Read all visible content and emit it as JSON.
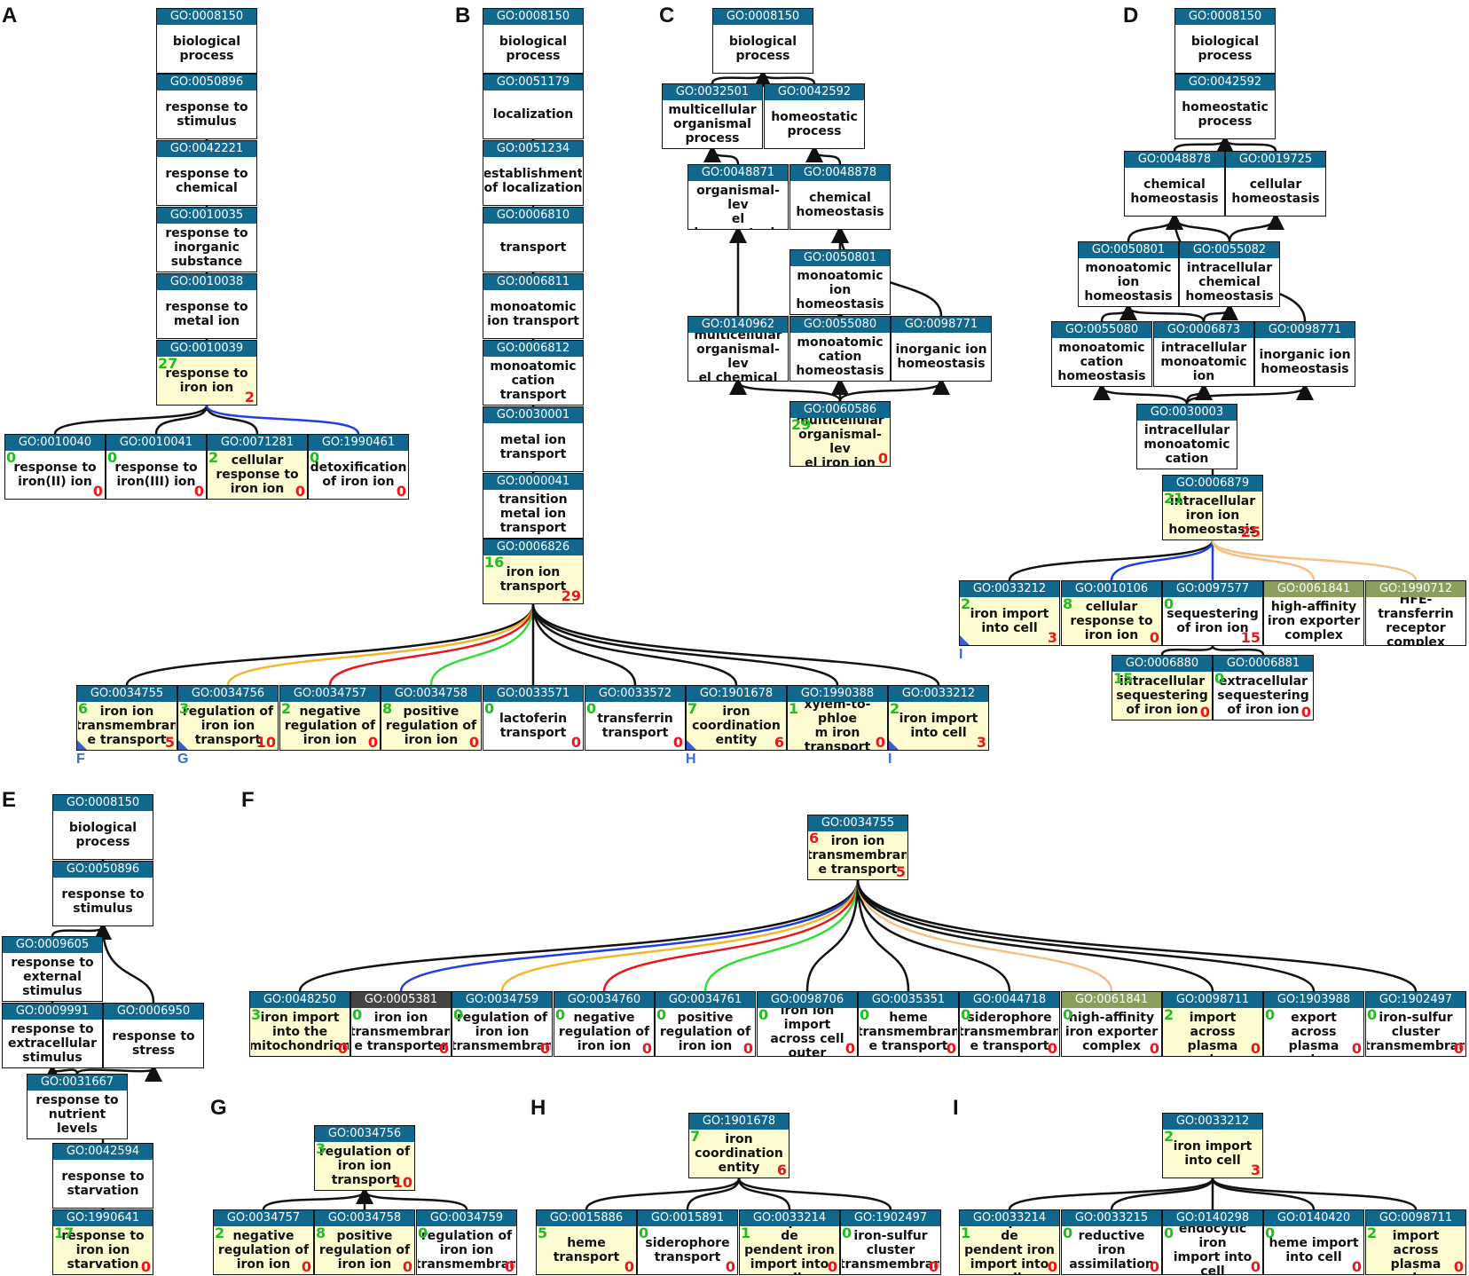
{
  "panels": [
    {
      "label": "A",
      "nodes": [
        {
          "id": "a1",
          "go": "GO:0008150",
          "name": "biological process"
        },
        {
          "id": "a2",
          "go": "GO:0050896",
          "name": "response to stimulus"
        },
        {
          "id": "a3",
          "go": "GO:0042221",
          "name": "response to chemical"
        },
        {
          "id": "a4",
          "go": "GO:0010035",
          "name": "response to inorganic substance"
        },
        {
          "id": "a5",
          "go": "GO:0010038",
          "name": "response to metal ion"
        },
        {
          "id": "a6",
          "go": "GO:0010039",
          "name": "response to iron ion",
          "green": "27",
          "red": "2",
          "hl": true
        },
        {
          "id": "a7",
          "go": "GO:0010040",
          "name": "response to iron(II) ion",
          "green": "0",
          "red": "0"
        },
        {
          "id": "a8",
          "go": "GO:0010041",
          "name": "response to iron(III) ion",
          "green": "0",
          "red": "0"
        },
        {
          "id": "a9",
          "go": "GO:0071281",
          "name": "cellular response to iron ion",
          "green": "2",
          "red": "0",
          "hl": true
        },
        {
          "id": "a10",
          "go": "GO:1990461",
          "name": "detoxification of iron ion",
          "green": "0",
          "red": "0"
        }
      ]
    },
    {
      "label": "B",
      "nodes": [
        {
          "id": "b1",
          "go": "GO:0008150",
          "name": "biological process"
        },
        {
          "id": "b2",
          "go": "GO:0051179",
          "name": "localization"
        },
        {
          "id": "b3",
          "go": "GO:0051234",
          "name": "establishment of localization"
        },
        {
          "id": "b4",
          "go": "GO:0006810",
          "name": "transport"
        },
        {
          "id": "b5",
          "go": "GO:0006811",
          "name": "monoatomic ion transport"
        },
        {
          "id": "b6",
          "go": "GO:0006812",
          "name": "monoatomic cation transport"
        },
        {
          "id": "b7",
          "go": "GO:0030001",
          "name": "metal ion transport"
        },
        {
          "id": "b8",
          "go": "GO:0000041",
          "name": "transition metal ion transport"
        },
        {
          "id": "b9",
          "go": "GO:0006826",
          "name": "iron ion transport",
          "green": "16",
          "red": "29",
          "hl": true
        },
        {
          "id": "b10",
          "go": "GO:0034755",
          "name": "iron ion transmembrane transport",
          "green": "6",
          "red": "5",
          "hl": true,
          "ref": "F"
        },
        {
          "id": "b11",
          "go": "GO:0034756",
          "name": "regulation of iron ion transport",
          "green": "3",
          "red": "10",
          "hl": true,
          "ref": "G"
        },
        {
          "id": "b12",
          "go": "GO:0034757",
          "name": "negative regulation of iron ion",
          "green": "2",
          "red": "0",
          "hl": true
        },
        {
          "id": "b13",
          "go": "GO:0034758",
          "name": "positive regulation of iron ion",
          "green": "8",
          "red": "0",
          "hl": true
        },
        {
          "id": "b14",
          "go": "GO:0033571",
          "name": "lactoferrin transport",
          "green": "0",
          "red": "0"
        },
        {
          "id": "b15",
          "go": "GO:0033572",
          "name": "transferrin transport",
          "green": "0",
          "red": "0"
        },
        {
          "id": "b16",
          "go": "GO:1901678",
          "name": "iron coordination entity",
          "green": "7",
          "red": "6",
          "hl": true,
          "ref": "H"
        },
        {
          "id": "b17",
          "go": "GO:1990388",
          "name": "xylem-to-phloem iron transport",
          "green": "1",
          "red": "0",
          "hl": true
        },
        {
          "id": "b18",
          "go": "GO:0033212",
          "name": "iron import into cell",
          "green": "2",
          "red": "3",
          "hl": true,
          "ref": "I"
        }
      ]
    },
    {
      "label": "C",
      "nodes": [
        {
          "id": "c1",
          "go": "GO:0008150",
          "name": "biological process"
        },
        {
          "id": "c2",
          "go": "GO:0032501",
          "name": "multicellular organismal process"
        },
        {
          "id": "c3",
          "go": "GO:0042592",
          "name": "homeostatic process"
        },
        {
          "id": "c4",
          "go": "GO:0048871",
          "name": "multicellular organismal-level homeostasis"
        },
        {
          "id": "c5",
          "go": "GO:0048878",
          "name": "chemical homeostasis"
        },
        {
          "id": "c6",
          "go": "GO:0050801",
          "name": "monoatomic ion homeostasis"
        },
        {
          "id": "c7",
          "go": "GO:0140962",
          "name": "multicellular organismal-level chemical"
        },
        {
          "id": "c8",
          "go": "GO:0055080",
          "name": "monoatomic cation homeostasis"
        },
        {
          "id": "c9",
          "go": "GO:0098771",
          "name": "inorganic ion homeostasis"
        },
        {
          "id": "c10",
          "go": "GO:0060586",
          "name": "multicellular organismal-level iron ion",
          "green": "29",
          "red": "0",
          "hl": true
        }
      ]
    },
    {
      "label": "D",
      "nodes": [
        {
          "id": "d1",
          "go": "GO:0008150",
          "name": "biological process"
        },
        {
          "id": "d2",
          "go": "GO:0042592",
          "name": "homeostatic process"
        },
        {
          "id": "d3",
          "go": "GO:0048878",
          "name": "chemical homeostasis"
        },
        {
          "id": "d4",
          "go": "GO:0019725",
          "name": "cellular homeostasis"
        },
        {
          "id": "d5",
          "go": "GO:0050801",
          "name": "monoatomic ion homeostasis"
        },
        {
          "id": "d6",
          "go": "GO:0055082",
          "name": "intracellular chemical homeostasis"
        },
        {
          "id": "d7",
          "go": "GO:0055080",
          "name": "monoatomic cation homeostasis"
        },
        {
          "id": "d8",
          "go": "GO:0006873",
          "name": "intracellular monoatomic ion"
        },
        {
          "id": "d9",
          "go": "GO:0098771",
          "name": "inorganic ion homeostasis"
        },
        {
          "id": "d10",
          "go": "GO:0030003",
          "name": "intracellular monoatomic cation"
        },
        {
          "id": "d11",
          "go": "GO:0006879",
          "name": "intracellular iron ion homeostasis",
          "green": "21",
          "red": "25",
          "hl": true
        },
        {
          "id": "d12",
          "go": "GO:0033212",
          "name": "iron import into cell",
          "green": "2",
          "red": "3",
          "hl": true,
          "ref": "I"
        },
        {
          "id": "d13",
          "go": "GO:0010106",
          "name": "cellular response to iron ion",
          "green": "8",
          "red": "0",
          "hl": true
        },
        {
          "id": "d14",
          "go": "GO:0097577",
          "name": "sequestering of iron ion",
          "green": "0",
          "red": "15"
        },
        {
          "id": "d15",
          "go": "GO:0061841",
          "name": "high-affinity iron exporter complex",
          "hdr": "olive"
        },
        {
          "id": "d16",
          "go": "GO:1990712",
          "name": "HFE-transferrin receptor complex",
          "hdr": "olive"
        },
        {
          "id": "d17",
          "go": "GO:0006880",
          "name": "intracellular sequestering of iron ion",
          "green": "15",
          "red": "0",
          "hl": true
        },
        {
          "id": "d18",
          "go": "GO:0006881",
          "name": "extracellular sequestering of iron ion",
          "green": "0",
          "red": "0"
        }
      ]
    },
    {
      "label": "E",
      "nodes": [
        {
          "id": "e1",
          "go": "GO:0008150",
          "name": "biological process"
        },
        {
          "id": "e2",
          "go": "GO:0050896",
          "name": "response to stimulus"
        },
        {
          "id": "e3",
          "go": "GO:0009605",
          "name": "response to external stimulus"
        },
        {
          "id": "e4",
          "go": "GO:0009991",
          "name": "response to extracellular stimulus"
        },
        {
          "id": "e5",
          "go": "GO:0006950",
          "name": "response to stress"
        },
        {
          "id": "e6",
          "go": "GO:0031667",
          "name": "response to nutrient levels"
        },
        {
          "id": "e7",
          "go": "GO:0042594",
          "name": "response to starvation"
        },
        {
          "id": "e8",
          "go": "GO:1990641",
          "name": "response to iron ion starvation",
          "green": "17",
          "red": "0",
          "hl": true
        }
      ]
    },
    {
      "label": "F",
      "nodes": [
        {
          "id": "f0",
          "go": "GO:0034755",
          "name": "iron ion transmembrane transport",
          "green": "6",
          "red": "5",
          "hl": true,
          "greenred": true
        },
        {
          "id": "f1",
          "go": "GO:0048250",
          "name": "iron import into the mitochondrion",
          "green": "3",
          "red": "0",
          "hl": true
        },
        {
          "id": "f2",
          "go": "GO:0005381",
          "name": "iron ion transmembrane transporter",
          "green": "0",
          "red": "0",
          "hdr": "gray"
        },
        {
          "id": "f3",
          "go": "GO:0034759",
          "name": "regulation of iron ion transmembrane",
          "green": "0",
          "red": "0"
        },
        {
          "id": "f4",
          "go": "GO:0034760",
          "name": "negative regulation of iron ion",
          "green": "0",
          "red": "0"
        },
        {
          "id": "f5",
          "go": "GO:0034761",
          "name": "positive regulation of iron ion",
          "green": "0",
          "red": "0"
        },
        {
          "id": "f6",
          "go": "GO:0098706",
          "name": "iron ion import across cell outer",
          "green": "0",
          "red": "0"
        },
        {
          "id": "f7",
          "go": "GO:0035351",
          "name": "heme transmembrane transport",
          "green": "0",
          "red": "0"
        },
        {
          "id": "f8",
          "go": "GO:0044718",
          "name": "siderophore transmembrane transport",
          "green": "0",
          "red": "0"
        },
        {
          "id": "f9",
          "go": "GO:0061841",
          "name": "high-affinity iron exporter complex",
          "green": "0",
          "red": "0",
          "hdr": "olive"
        },
        {
          "id": "f10",
          "go": "GO:0098711",
          "name": "iron ion import across plasma membrane",
          "green": "2",
          "red": "0",
          "hl": true
        },
        {
          "id": "f11",
          "go": "GO:1903988",
          "name": "iron ion export across plasma membrane",
          "green": "0",
          "red": "0"
        },
        {
          "id": "f12",
          "go": "GO:1902497",
          "name": "iron-sulfur cluster transmembrane",
          "green": "0",
          "red": "0"
        }
      ]
    },
    {
      "label": "G",
      "nodes": [
        {
          "id": "g0",
          "go": "GO:0034756",
          "name": "regulation of iron ion transport",
          "green": "3",
          "red": "10",
          "hl": true
        },
        {
          "id": "g1",
          "go": "GO:0034757",
          "name": "negative regulation of iron ion",
          "green": "2",
          "red": "0",
          "hl": true
        },
        {
          "id": "g2",
          "go": "GO:0034758",
          "name": "positive regulation of iron ion",
          "green": "8",
          "red": "0",
          "hl": true
        },
        {
          "id": "g3",
          "go": "GO:0034759",
          "name": "regulation of iron ion transmembrane",
          "green": "0",
          "red": "0"
        }
      ]
    },
    {
      "label": "H",
      "nodes": [
        {
          "id": "h0",
          "go": "GO:1901678",
          "name": "iron coordination entity",
          "green": "7",
          "red": "6",
          "hl": true
        },
        {
          "id": "h1",
          "go": "GO:0015886",
          "name": "heme transport",
          "green": "5",
          "red": "0",
          "hl": true
        },
        {
          "id": "h2",
          "go": "GO:0015891",
          "name": "siderophore transport",
          "green": "0",
          "red": "0"
        },
        {
          "id": "h3",
          "go": "GO:0033214",
          "name": "siderophore-dependent iron import into cell",
          "green": "1",
          "red": "0",
          "hl": true
        },
        {
          "id": "h4",
          "go": "GO:1902497",
          "name": "iron-sulfur cluster transmembrane",
          "green": "0",
          "red": "0"
        }
      ]
    },
    {
      "label": "I",
      "nodes": [
        {
          "id": "i0",
          "go": "GO:0033212",
          "name": "iron import into cell",
          "green": "2",
          "red": "3",
          "hl": true
        },
        {
          "id": "i1",
          "go": "GO:0033214",
          "name": "siderophore-dependent iron import into cell",
          "green": "1",
          "red": "0",
          "hl": true
        },
        {
          "id": "i2",
          "go": "GO:0033215",
          "name": "reductive iron assimilation",
          "green": "0",
          "red": "0"
        },
        {
          "id": "i3",
          "go": "GO:0140298",
          "name": "endocytic iron import into cell",
          "green": "0",
          "red": "0"
        },
        {
          "id": "i4",
          "go": "GO:0140420",
          "name": "heme import into cell",
          "green": "0",
          "red": "0"
        },
        {
          "id": "i5",
          "go": "GO:0098711",
          "name": "iron ion import across plasma membrane",
          "green": "2",
          "red": "0",
          "hl": true
        }
      ]
    }
  ],
  "colors": {
    "header": "#10688f",
    "header_gray": "#444444",
    "header_olive": "#8b9e5c",
    "highlight": "#fdfbd0",
    "count_green": "#22bb22",
    "count_red": "#e8171c",
    "edge_black": "#111111",
    "edge_blue": "#1f3fe0",
    "edge_orange": "#f7b52c",
    "edge_red": "#e8171c",
    "edge_green": "#33dd33",
    "edge_peach": "#f7bf86",
    "ref": "#3a6ad8"
  }
}
